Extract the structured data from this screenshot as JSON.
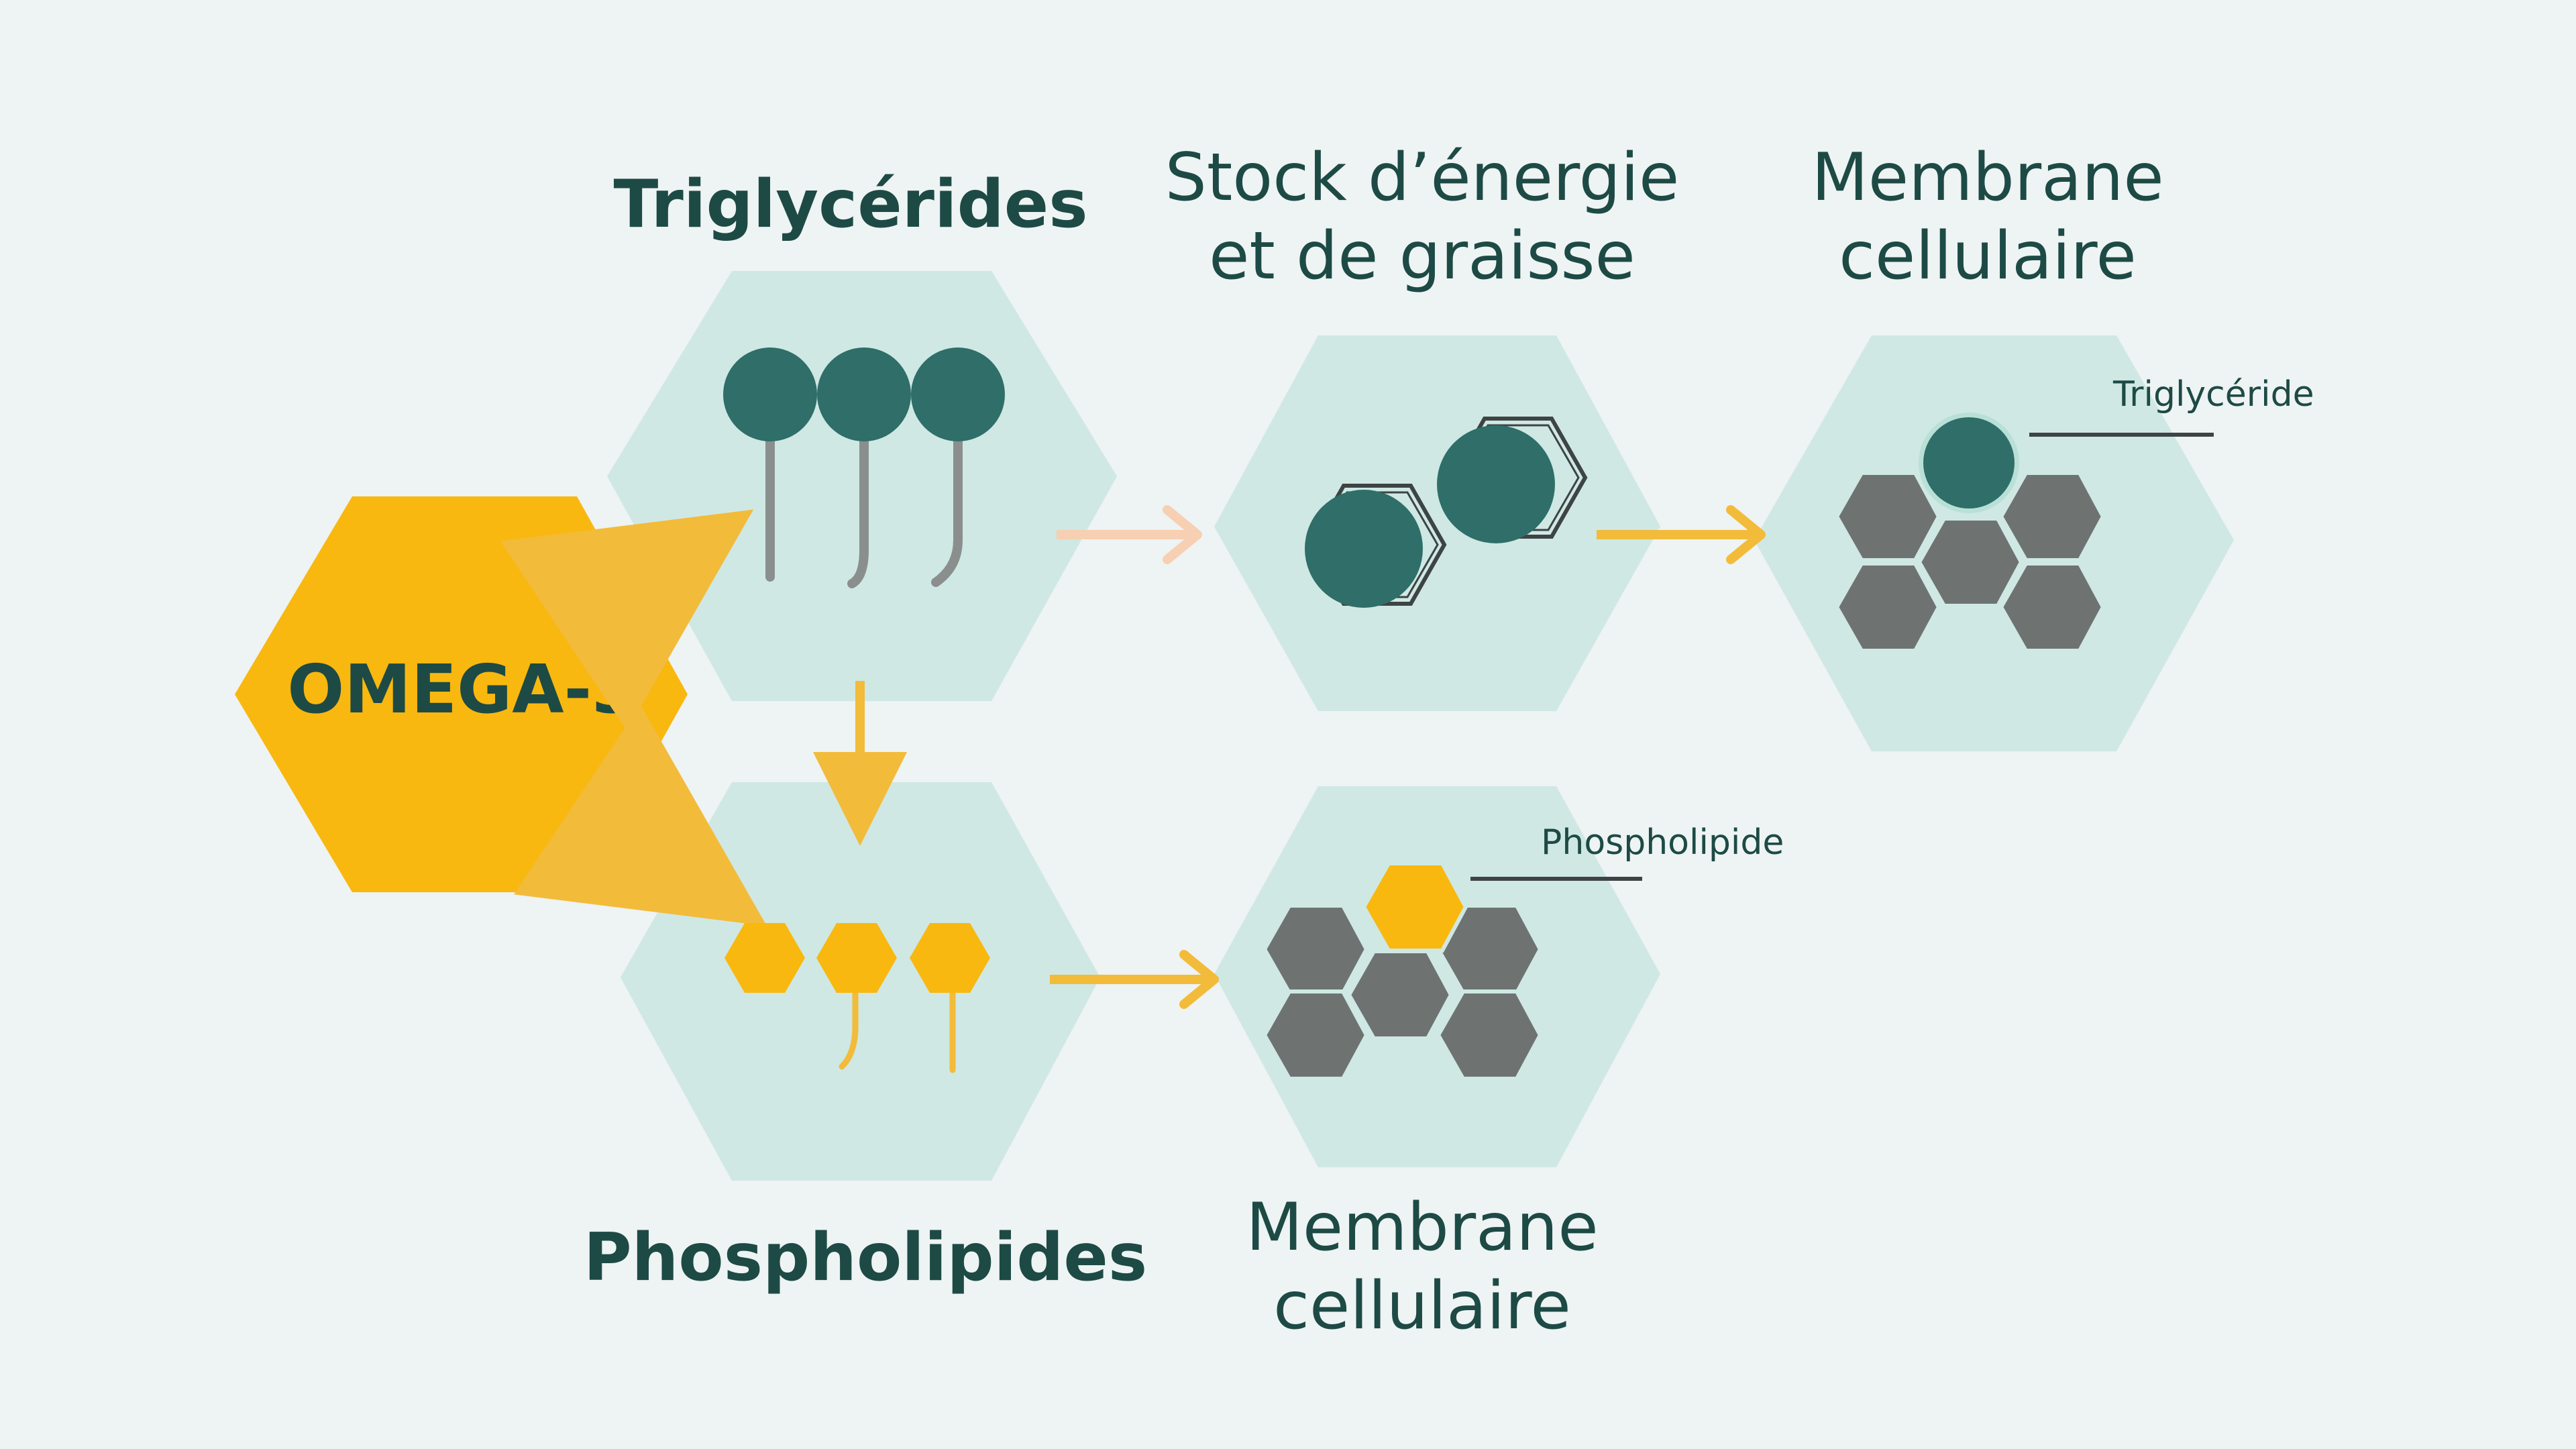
{
  "colors": {
    "background": "#eef3f3",
    "hex_fill": "#cfe8e4",
    "omega_yellow": "#f9b80f",
    "arrow_yellow": "#f2bb3a",
    "arrow_peach": "#f7cfb2",
    "teal": "#2f6e69",
    "grey": "#6e7372",
    "stem_grey": "#8a8f8e",
    "text": "#1d4a45"
  },
  "labels": {
    "omega": "OMEGA-3",
    "triglycerides": "Triglycérides",
    "phospholipides": "Phospholipides",
    "stock_line1": "Stock d’énergie",
    "stock_line2": "et de graisse",
    "membrane_top_line1": "Membrane",
    "membrane_top_line2": "cellulaire",
    "membrane_bottom_line1": "Membrane",
    "membrane_bottom_line2": "cellulaire",
    "triglyceride_callout": "Triglycéride",
    "phospholipide_callout": "Phospholipide"
  }
}
